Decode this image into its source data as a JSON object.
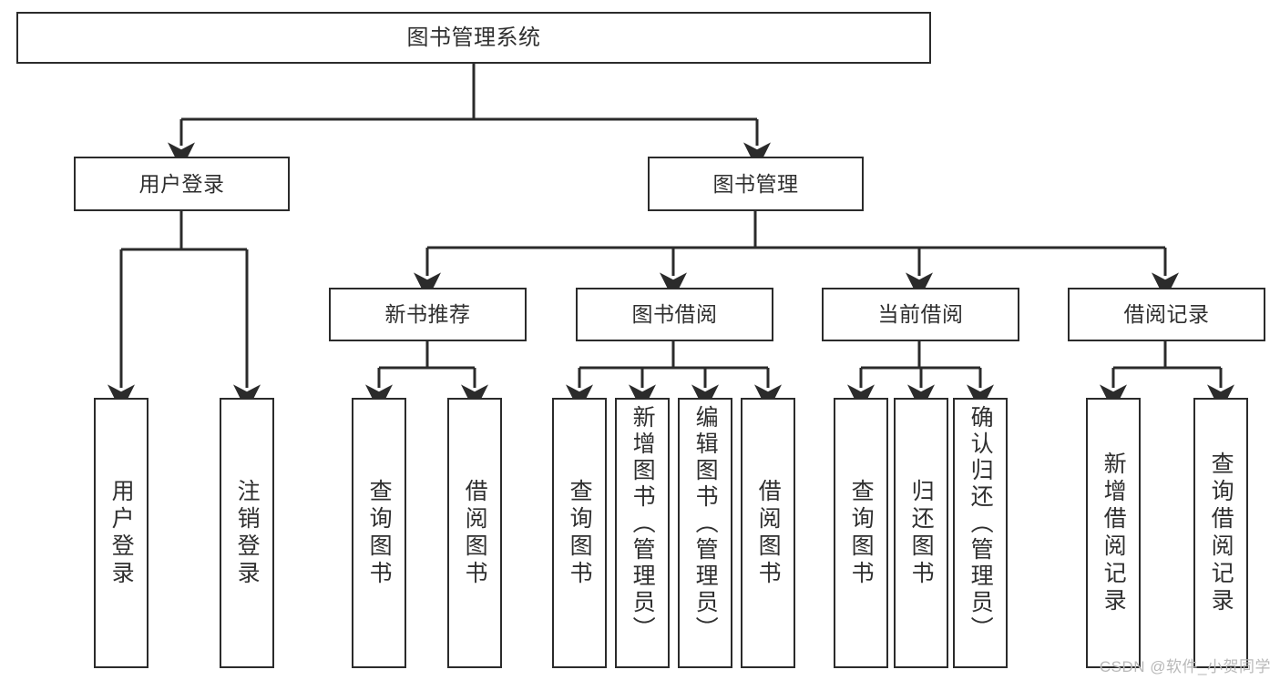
{
  "diagram": {
    "title": "图书管理系统",
    "type": "tree-hierarchy",
    "colors": {
      "box_border": "#2b2b2b",
      "box_fill": "#ffffff",
      "connector": "#2b2b2b",
      "text": "#2f2f2f",
      "watermark": "#b9b9b9",
      "background": "#ffffff"
    }
  },
  "nodes": {
    "root": {
      "label": "图书管理系统"
    },
    "level2": [
      {
        "id": "user-login",
        "label": "用户登录"
      },
      {
        "id": "book-manage",
        "label": "图书管理"
      }
    ],
    "level3": [
      {
        "id": "new-book-recommend",
        "label": "新书推荐"
      },
      {
        "id": "book-borrow",
        "label": "图书借阅"
      },
      {
        "id": "current-borrow",
        "label": "当前借阅"
      },
      {
        "id": "borrow-record",
        "label": "借阅记录"
      }
    ],
    "leaves": {
      "user_login": [
        {
          "id": "leaf-user-login",
          "label": "用户登录"
        },
        {
          "id": "leaf-logout-login",
          "label": "注销登录"
        }
      ],
      "new_book_recommend": [
        {
          "id": "leaf-query-book-1",
          "label": "查询图书"
        },
        {
          "id": "leaf-borrow-book-1",
          "label": "借阅图书"
        }
      ],
      "book_borrow": [
        {
          "id": "leaf-query-book-2",
          "label": "查询图书"
        },
        {
          "id": "leaf-add-book-admin",
          "label": "新增图书（管理员）"
        },
        {
          "id": "leaf-edit-book-admin",
          "label": "编辑图书（管理员）"
        },
        {
          "id": "leaf-borrow-book-2",
          "label": "借阅图书"
        }
      ],
      "current_borrow": [
        {
          "id": "leaf-query-book-3",
          "label": "查询图书"
        },
        {
          "id": "leaf-return-book",
          "label": "归还图书"
        },
        {
          "id": "leaf-confirm-return-admin",
          "label": "确认归还（管理员）"
        }
      ],
      "borrow_record": [
        {
          "id": "leaf-add-borrow-record",
          "label": "新增借阅记录"
        },
        {
          "id": "leaf-query-borrow-record",
          "label": "查询借阅记录"
        }
      ]
    }
  },
  "watermark": {
    "text": "CSDN @软件_小贺同学"
  }
}
